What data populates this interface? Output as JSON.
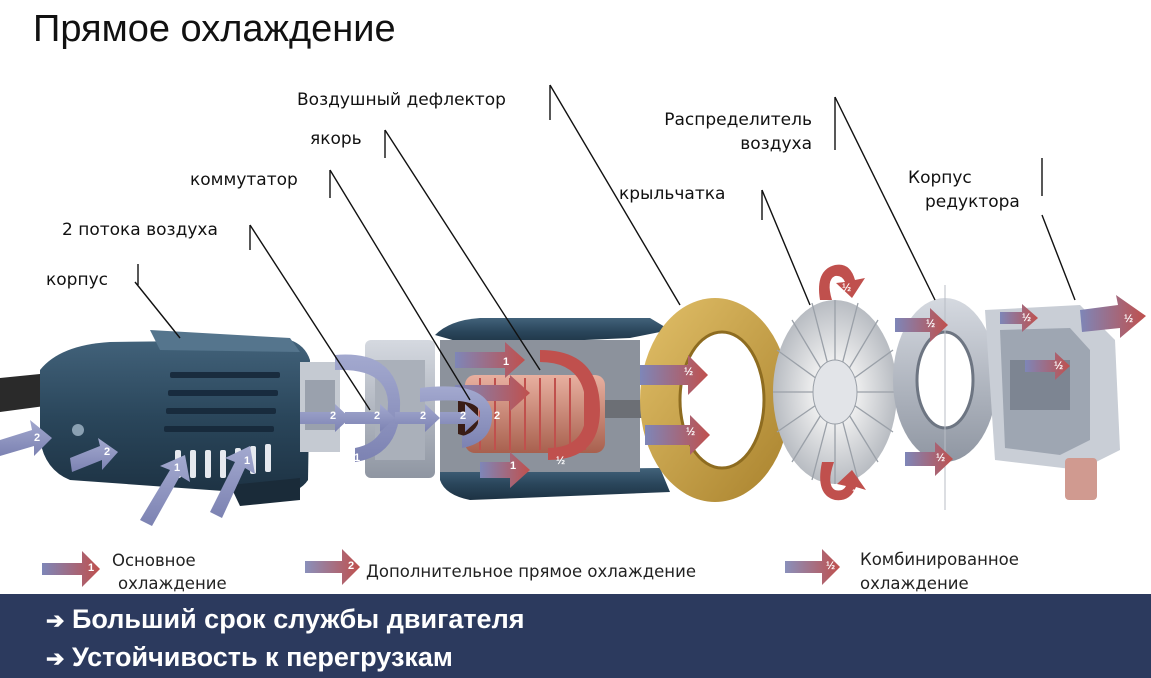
{
  "title": "Прямое охлаждение",
  "labels": {
    "deflector": "Воздушный дефлектор",
    "anchor": "якорь",
    "commutator": "коммутатор",
    "two_flows": "2 потока воздуха",
    "housing": "корпус",
    "distributor_1": "Распределитель",
    "distributor_2": "воздуха",
    "impeller": "крыльчатка",
    "gear_housing_1": "Корпус",
    "gear_housing_2": "редуктора"
  },
  "arrow_marks": {
    "main": "1",
    "additional": "2",
    "combined": "½"
  },
  "legend": {
    "main_1": "Основное",
    "main_2": "охлаждение",
    "additional": "Дополнительное прямое охлаждение",
    "combined_1": "Комбинированное",
    "combined_2": "охлаждение"
  },
  "colors": {
    "main_arrow": "#b0525a",
    "additional_arrow": "#8a90bb",
    "combined_arrow": "#c0504d",
    "housing": "#2e4a60",
    "deflector": "#c9a040",
    "banner": "#2c3a5e"
  },
  "benefits": [
    "Больший срок службы двигателя",
    "Устойчивость к перегрузкам"
  ],
  "benefit_icon": "right-arrow-icon"
}
